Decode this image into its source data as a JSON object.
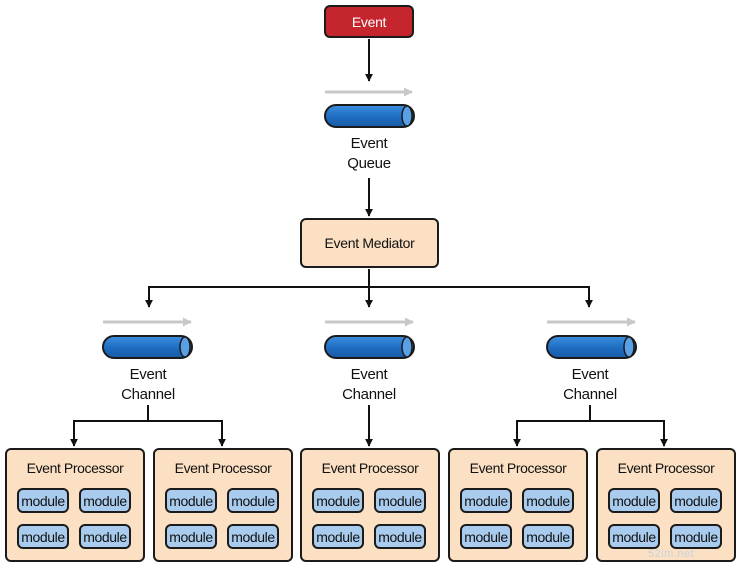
{
  "event": {
    "label": "Event"
  },
  "event_queue": {
    "label_line1": "Event",
    "label_line2": "Queue"
  },
  "mediator": {
    "label": "Event Mediator"
  },
  "channels": [
    {
      "label_line1": "Event",
      "label_line2": "Channel"
    },
    {
      "label_line1": "Event",
      "label_line2": "Channel"
    },
    {
      "label_line1": "Event",
      "label_line2": "Channel"
    }
  ],
  "processors": [
    {
      "title": "Event Processor",
      "modules": [
        "module",
        "module",
        "module",
        "module"
      ]
    },
    {
      "title": "Event Processor",
      "modules": [
        "module",
        "module",
        "module",
        "module"
      ]
    },
    {
      "title": "Event Processor",
      "modules": [
        "module",
        "module",
        "module",
        "module"
      ]
    },
    {
      "title": "Event Processor",
      "modules": [
        "module",
        "module",
        "module",
        "module"
      ]
    },
    {
      "title": "Event Processor",
      "modules": [
        "module",
        "module",
        "module",
        "module"
      ]
    }
  ],
  "watermark": "52im.net",
  "colors": {
    "event_red": "#c5252c",
    "pipe_blue": "#1f6fc4",
    "box_peach": "#fbe0c3",
    "module_blue": "#a9ccee",
    "flow_arrow_gray": "#c8c8c8"
  }
}
